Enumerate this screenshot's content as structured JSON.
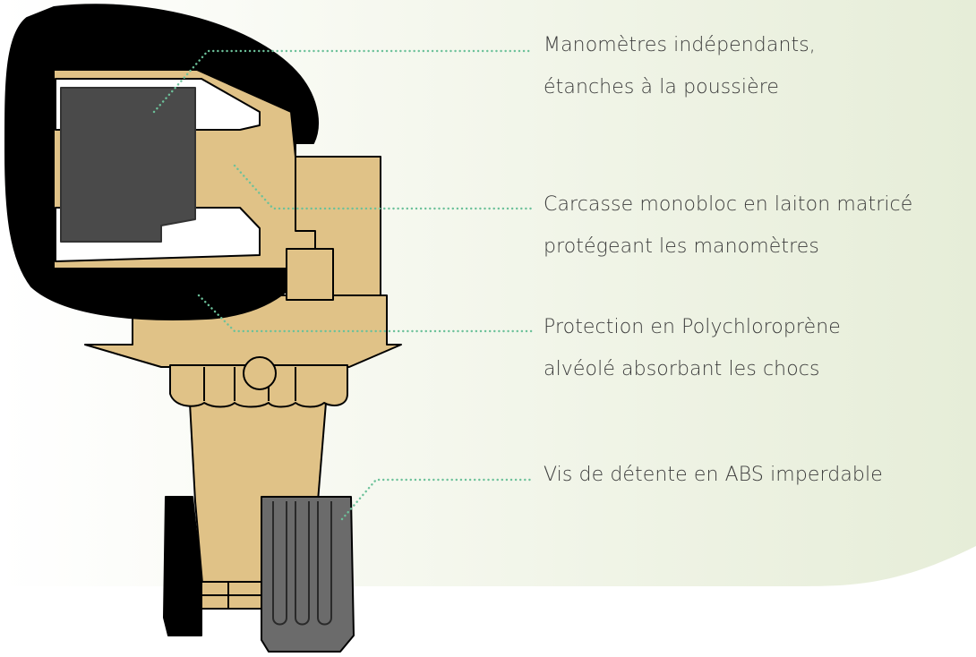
{
  "colors": {
    "brass": "#E0C287",
    "neoprene": "#000000",
    "gauge": "#4A4A4A",
    "knob": "#6B6B6B",
    "leader_dots": "#6CC19A",
    "background_tint": "#E6EDD8"
  },
  "callouts": [
    {
      "id": "gauges",
      "line1": "Manomètres indépendants,",
      "line2": "étanches à la poussière"
    },
    {
      "id": "body",
      "line1": "Carcasse monobloc en laiton matricé",
      "line2": "protégeant les manomètres"
    },
    {
      "id": "protection",
      "line1": "Protection en Polychloroprène",
      "line2": "alvéolé absorbant les chocs"
    },
    {
      "id": "screw",
      "line1": "Vis de détente en ABS imperdable",
      "line2": ""
    }
  ]
}
